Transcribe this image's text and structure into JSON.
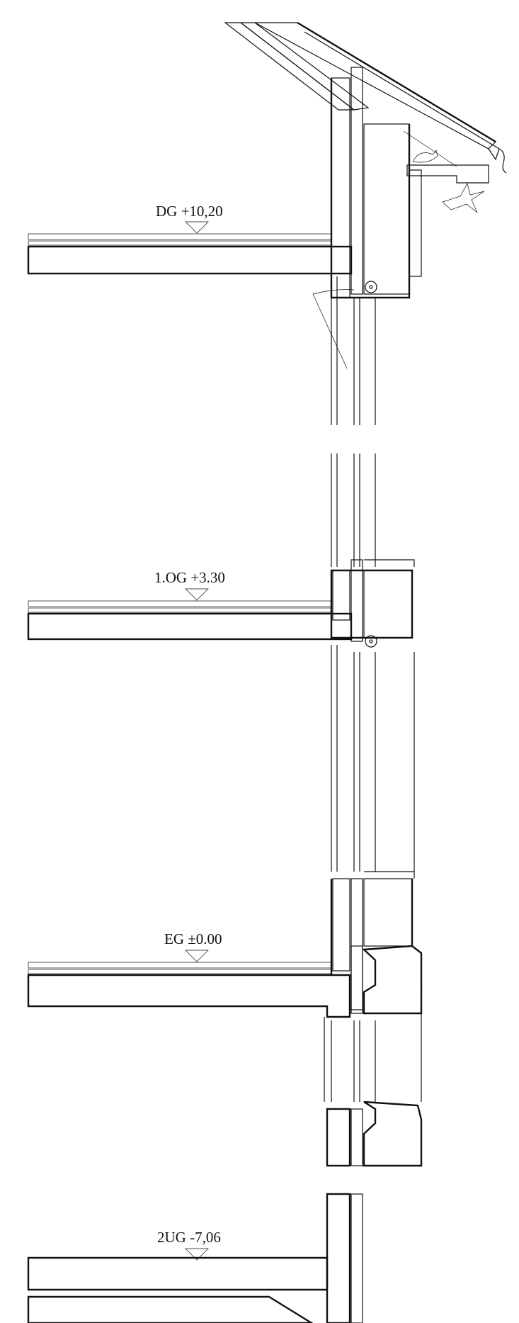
{
  "levels": [
    {
      "id": "dg",
      "label": "DG +10,20"
    },
    {
      "id": "og1",
      "label": "1.OG +3.30"
    },
    {
      "id": "eg",
      "label": "EG ±0.00"
    },
    {
      "id": "ug2",
      "label": "2UG -7,06"
    }
  ],
  "hatch_patterns": [
    "concrete-crosshatch",
    "masonry-diagonal",
    "insulation-horizontal",
    "screed-dots"
  ],
  "line_color": "#111111",
  "background": "#ffffff"
}
